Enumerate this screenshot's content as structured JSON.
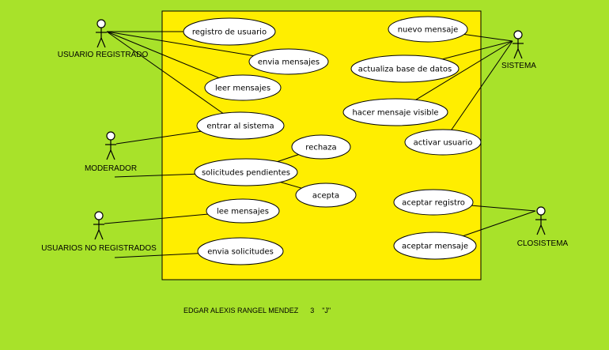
{
  "diagram": {
    "system_box_fill": "#ffee00",
    "background": "#a8e22a",
    "actors": [
      {
        "id": "usuario_registrado",
        "label": "USUARIO REGISTRADO"
      },
      {
        "id": "moderador",
        "label": "MODERADOR"
      },
      {
        "id": "usuarios_no_registrados",
        "label": "USUARIOS NO REGISTRADOS"
      },
      {
        "id": "sistema",
        "label": "SISTEMA"
      },
      {
        "id": "closistema",
        "label": "CLOSISTEMA"
      }
    ],
    "use_cases": [
      {
        "id": "registro",
        "label": "registro de usuario"
      },
      {
        "id": "envia_mensajes",
        "label": "envia mensajes"
      },
      {
        "id": "leer_mensajes",
        "label": "leer mensajes"
      },
      {
        "id": "entrar",
        "label": "entrar al sistema"
      },
      {
        "id": "rechaza",
        "label": "rechaza"
      },
      {
        "id": "solicitudes",
        "label": "solicitudes pendientes"
      },
      {
        "id": "acepta",
        "label": "acepta"
      },
      {
        "id": "lee_mensajes",
        "label": "lee mensajes"
      },
      {
        "id": "envia_solicitudes",
        "label": "envia solicitudes"
      },
      {
        "id": "nuevo_mensaje",
        "label": "nuevo mensaje"
      },
      {
        "id": "actualiza",
        "label": "actualiza base de datos"
      },
      {
        "id": "hacer_visible",
        "label": "hacer mensaje visible"
      },
      {
        "id": "activar",
        "label": "activar usuario"
      },
      {
        "id": "aceptar_registro",
        "label": "aceptar registro"
      },
      {
        "id": "aceptar_mensaje",
        "label": "aceptar mensaje"
      }
    ],
    "associations": [
      [
        "usuario_registrado",
        "registro"
      ],
      [
        "usuario_registrado",
        "envia_mensajes"
      ],
      [
        "usuario_registrado",
        "leer_mensajes"
      ],
      [
        "usuario_registrado",
        "entrar"
      ],
      [
        "moderador",
        "entrar"
      ],
      [
        "moderador",
        "solicitudes"
      ],
      [
        "solicitudes",
        "rechaza"
      ],
      [
        "solicitudes",
        "acepta"
      ],
      [
        "usuarios_no_registrados",
        "lee_mensajes"
      ],
      [
        "usuarios_no_registrados",
        "envia_solicitudes"
      ],
      [
        "sistema",
        "nuevo_mensaje"
      ],
      [
        "sistema",
        "actualiza"
      ],
      [
        "sistema",
        "hacer_visible"
      ],
      [
        "sistema",
        "activar"
      ],
      [
        "closistema",
        "aceptar_registro"
      ],
      [
        "closistema",
        "aceptar_mensaje"
      ]
    ]
  },
  "footer": {
    "author": "EDGAR ALEXIS RANGEL MENDEZ",
    "group": "3    \"J\""
  }
}
